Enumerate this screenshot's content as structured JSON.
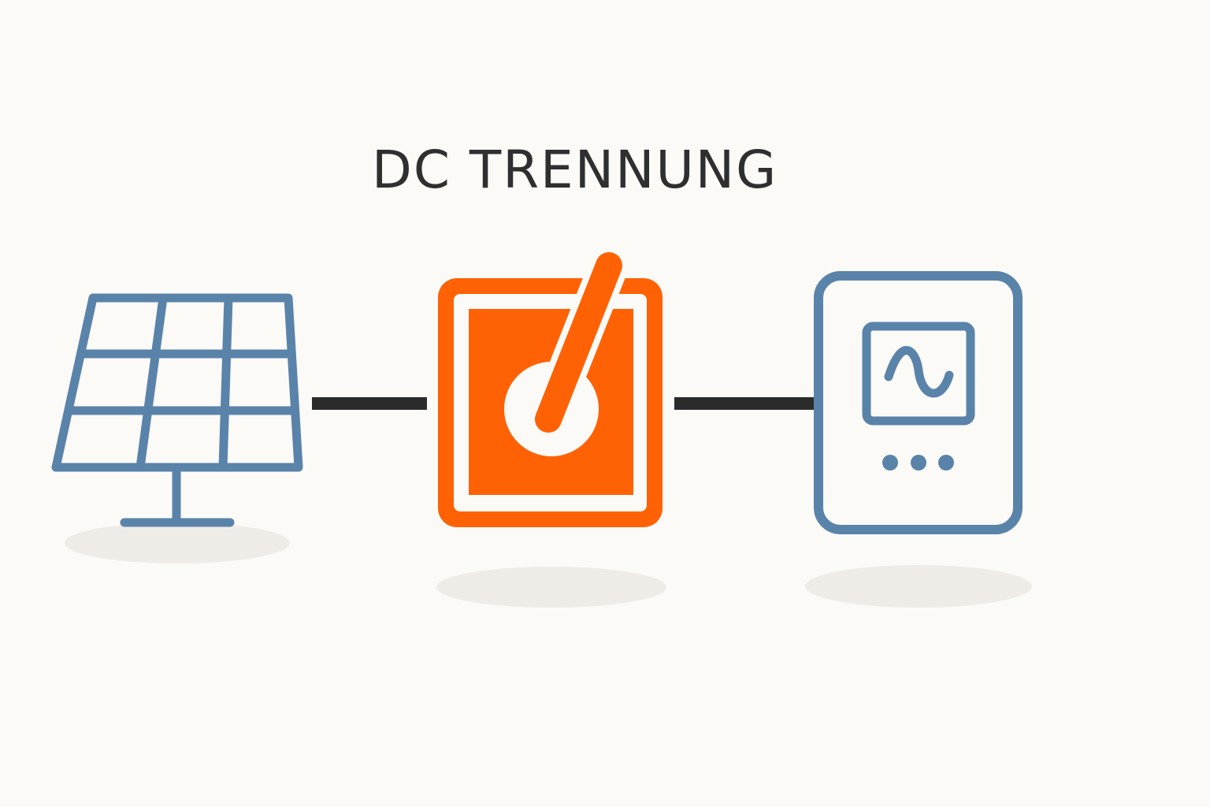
{
  "title": "DC TRENNUNG",
  "colors": {
    "background": "#fbfaf7",
    "panel_stroke": "#5a83aa",
    "switch_orange": "#ff6204",
    "connector_line": "#2b2b2b",
    "shadow": "#efece7",
    "title_text": "#2f2f2f"
  },
  "components": [
    {
      "name": "solar-panel",
      "icon": "solar-panel-icon"
    },
    {
      "name": "dc-disconnect-switch",
      "icon": "disconnect-switch-icon"
    },
    {
      "name": "inverter",
      "icon": "inverter-icon"
    }
  ]
}
